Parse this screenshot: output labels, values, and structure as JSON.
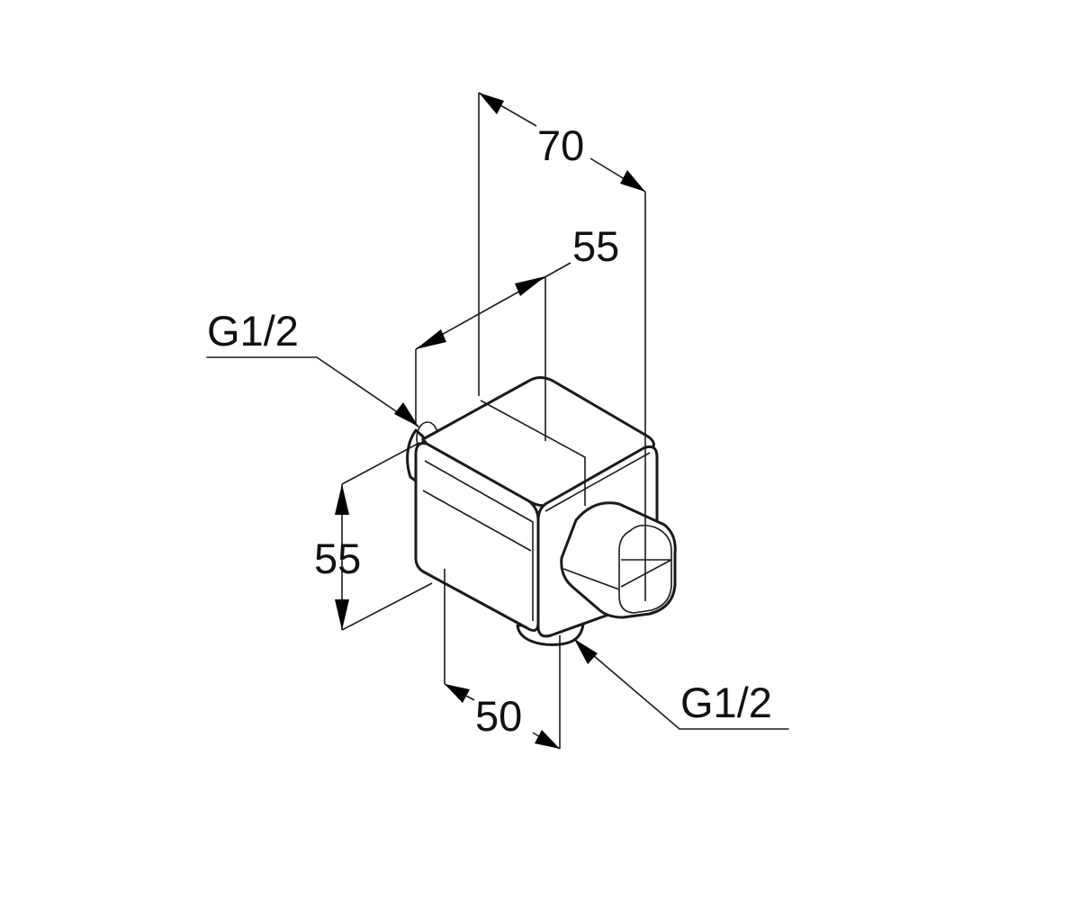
{
  "drawing": {
    "dimensions": {
      "depth_total": "70",
      "depth_body": "55",
      "height": "55",
      "width": "50"
    },
    "thread_labels": {
      "inlet": "G1/2",
      "outlet": "G1/2"
    }
  }
}
